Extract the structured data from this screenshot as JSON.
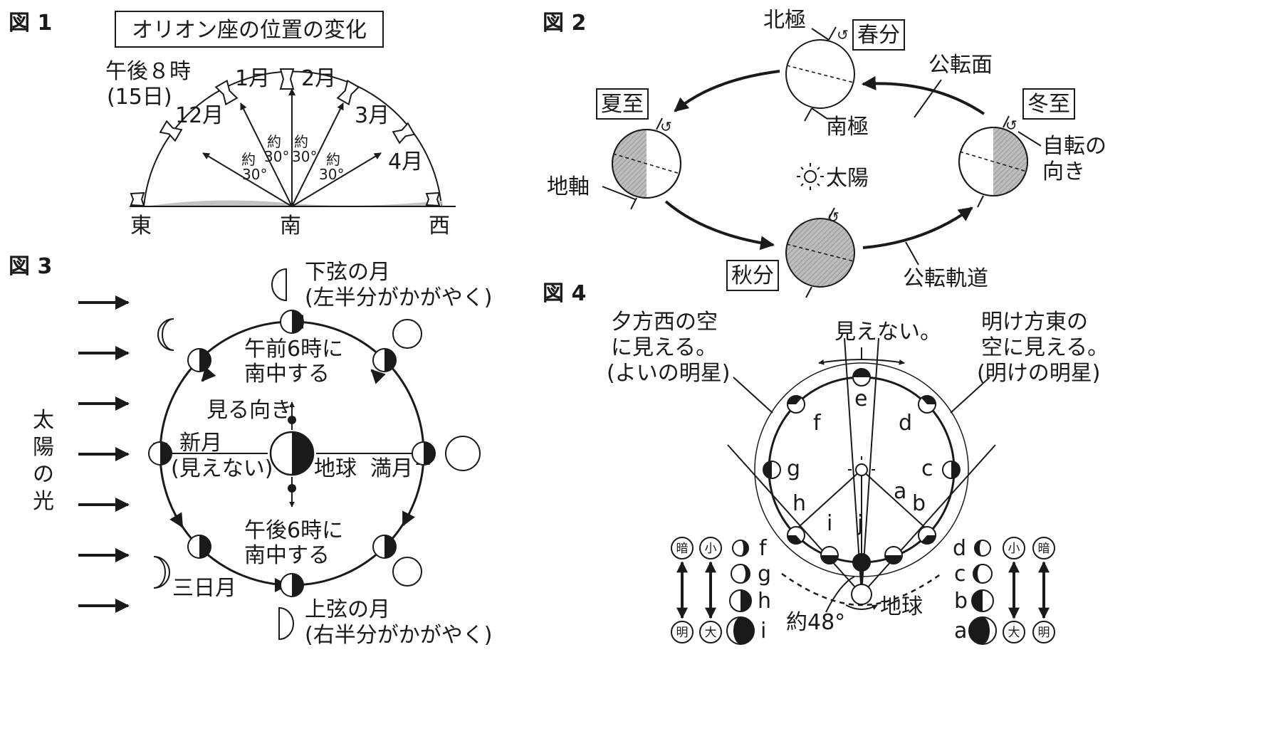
{
  "fig1": {
    "label": "図 1",
    "title": "オリオン座の位置の変化",
    "time_label": "午後８時",
    "date_label": "(15日)",
    "months": [
      "12月",
      "1月",
      "2月",
      "3月",
      "4月"
    ],
    "angle_word": "約",
    "angle_value": "30°",
    "east": "東",
    "south": "南",
    "west": "西"
  },
  "fig2": {
    "label": "図 2",
    "spring": "春分",
    "summer": "夏至",
    "autumn": "秋分",
    "winter": "冬至",
    "north_pole": "北極",
    "south_pole": "南極",
    "sun": "太陽",
    "earth_axis": "地軸",
    "orbital_plane": "公転面",
    "rotation_line1": "自転の",
    "rotation_line2": "向き",
    "orbit": "公転軌道"
  },
  "fig3": {
    "label": "図 3",
    "sunlight": [
      "太",
      "陽",
      "の",
      "光"
    ],
    "last_quarter": "下弦の月",
    "last_quarter_note": "(左半分がかがやく)",
    "am6_line1": "午前6時に",
    "am6_line2": "南中する",
    "view_direction": "見る向き",
    "new_moon": "新月",
    "new_moon_note": "(見えない)",
    "earth": "地球",
    "full_moon": "満月",
    "pm6_line1": "午後6時に",
    "pm6_line2": "南中する",
    "crescent": "三日月",
    "first_quarter": "上弦の月",
    "first_quarter_note": "(右半分がかがやく)"
  },
  "fig4": {
    "label": "図 4",
    "evening_line1": "夕方西の空",
    "evening_line2": "に見える。",
    "evening_line3": "(よいの明星)",
    "invisible": "見えない。",
    "morning_line1": "明け方東の",
    "morning_line2": "空に見える。",
    "morning_line3": "(明けの明星)",
    "positions": [
      "a",
      "b",
      "c",
      "d",
      "e",
      "f",
      "g",
      "h",
      "i",
      "j"
    ],
    "earth": "地球",
    "angle": "約48°",
    "dark": "暗",
    "bright": "明",
    "small": "小",
    "large": "大"
  }
}
